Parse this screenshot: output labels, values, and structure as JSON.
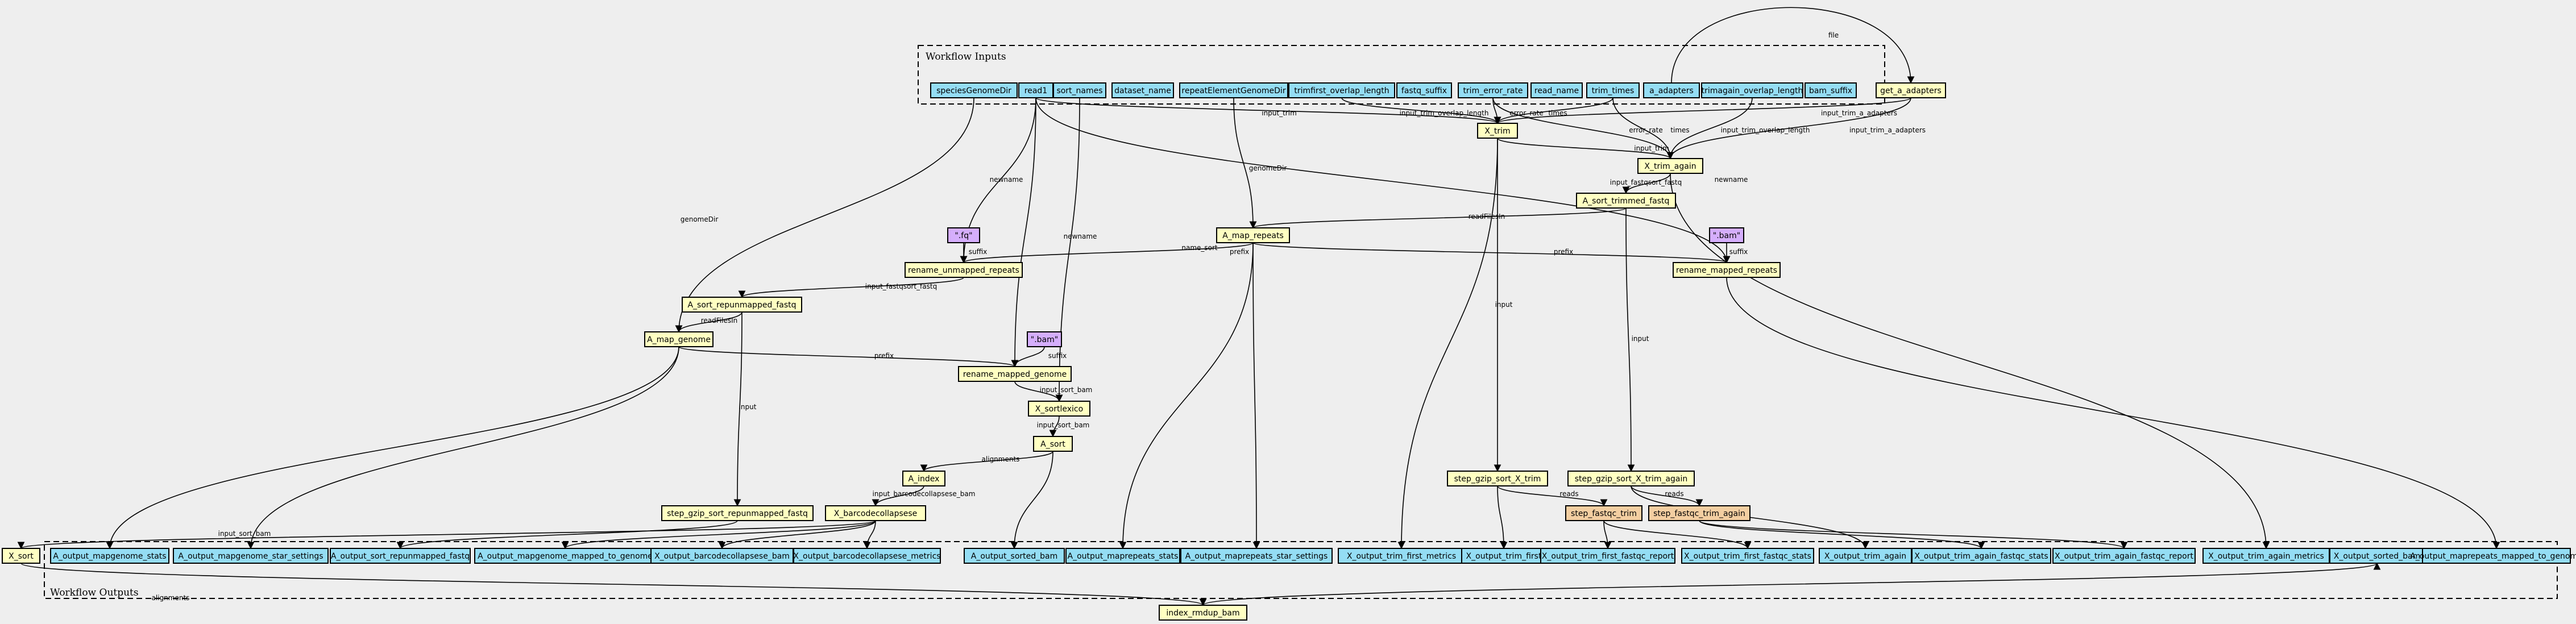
{
  "clusters": {
    "inputs_label": "Workflow Inputs",
    "outputs_label": "Workflow Outputs"
  },
  "nodes": {
    "speciesGenomeDir": "speciesGenomeDir",
    "read1": "read1",
    "sort_names": "sort_names",
    "dataset_name": "dataset_name",
    "repeatElementGenomeDir": "repeatElementGenomeDir",
    "trimfirst_overlap_length": "trimfirst_overlap_length",
    "fastq_suffix": "fastq_suffix",
    "trim_error_rate": "trim_error_rate",
    "read_name": "read_name",
    "trim_times": "trim_times",
    "a_adapters": "a_adapters",
    "trimagain_overlap_length": "trimagain_overlap_length",
    "bam_suffix": "bam_suffix",
    "get_a_adapters": "get_a_adapters",
    "X_trim": "X_trim",
    "X_trim_again": "X_trim_again",
    "A_sort_trimmed_fastq": "A_sort_trimmed_fastq",
    "A_map_repeats": "A_map_repeats",
    "lit_fq": "\".fq\"",
    "lit_bam1": "\".bam\"",
    "lit_bam2": "\".bam\"",
    "rename_unmapped_repeats": "rename_unmapped_repeats",
    "rename_mapped_repeats": "rename_mapped_repeats",
    "A_sort_repunmapped_fastq": "A_sort_repunmapped_fastq",
    "A_map_genome": "A_map_genome",
    "rename_mapped_genome": "rename_mapped_genome",
    "X_sortlexico": "X_sortlexico",
    "A_sort": "A_sort",
    "A_index": "A_index",
    "X_barcodecollapsese": "X_barcodecollapsese",
    "step_gzip_sort_repunmapped_fastq": "step_gzip_sort_repunmapped_fastq",
    "step_gzip_sort_X_trim": "step_gzip_sort_X_trim",
    "step_gzip_sort_X_trim_again": "step_gzip_sort_X_trim_again",
    "step_fastqc_trim": "step_fastqc_trim",
    "step_fastqc_trim_again": "step_fastqc_trim_again",
    "X_sort": "X_sort",
    "index_rmdup_bam": "index_rmdup_bam",
    "o_mapgenome_stats": "A_output_mapgenome_stats",
    "o_mapgenome_star": "A_output_mapgenome_star_settings",
    "o_sort_repunmapped": "A_output_sort_repunmapped_fastq",
    "o_mapgenome_mapped": "A_output_mapgenome_mapped_to_genome",
    "o_barcode_bam": "X_output_barcodecollapsese_bam",
    "o_barcode_metrics": "X_output_barcodecollapsese_metrics",
    "o_sorted_bam_a": "A_output_sorted_bam",
    "o_maprepeats_stats": "A_output_maprepeats_stats",
    "o_maprepeats_star": "A_output_maprepeats_star_settings",
    "o_trim_first_metrics": "X_output_trim_first_metrics",
    "o_trim_first": "X_output_trim_first",
    "o_trim_first_fastqc_report": "X_output_trim_first_fastqc_report",
    "o_trim_first_fastqc_stats": "X_output_trim_first_fastqc_stats",
    "o_trim_again": "X_output_trim_again",
    "o_trim_again_fastqc_stats": "X_output_trim_again_fastqc_stats",
    "o_trim_again_fastqc_report": "X_output_trim_again_fastqc_report",
    "o_trim_again_metrics": "X_output_trim_again_metrics",
    "o_sorted_bam_x": "X_output_sorted_bam",
    "o_maprepeats_mapped": "A_output_maprepeats_mapped_to_genome"
  },
  "edges": {
    "file": "file",
    "input_trim": "input_trim",
    "input_trim_overlap_length": "input_trim_overlap_length",
    "error_rate": "error_rate",
    "times": "times",
    "input_trim_a_adapters": "input_trim_a_adapters",
    "newname": "newname",
    "genomeDir": "genomeDir",
    "input_fastqsort_fastq": "input_fastqsort_fastq",
    "readFilesIn": "readFilesIn",
    "suffix": "suffix",
    "prefix": "prefix",
    "name_sort": "name_sort",
    "input_sort_bam": "input_sort_bam",
    "input": "input",
    "alignments": "alignments",
    "input_barcodecollapsese_bam": "input_barcodecollapsese_bam",
    "reads": "reads"
  }
}
